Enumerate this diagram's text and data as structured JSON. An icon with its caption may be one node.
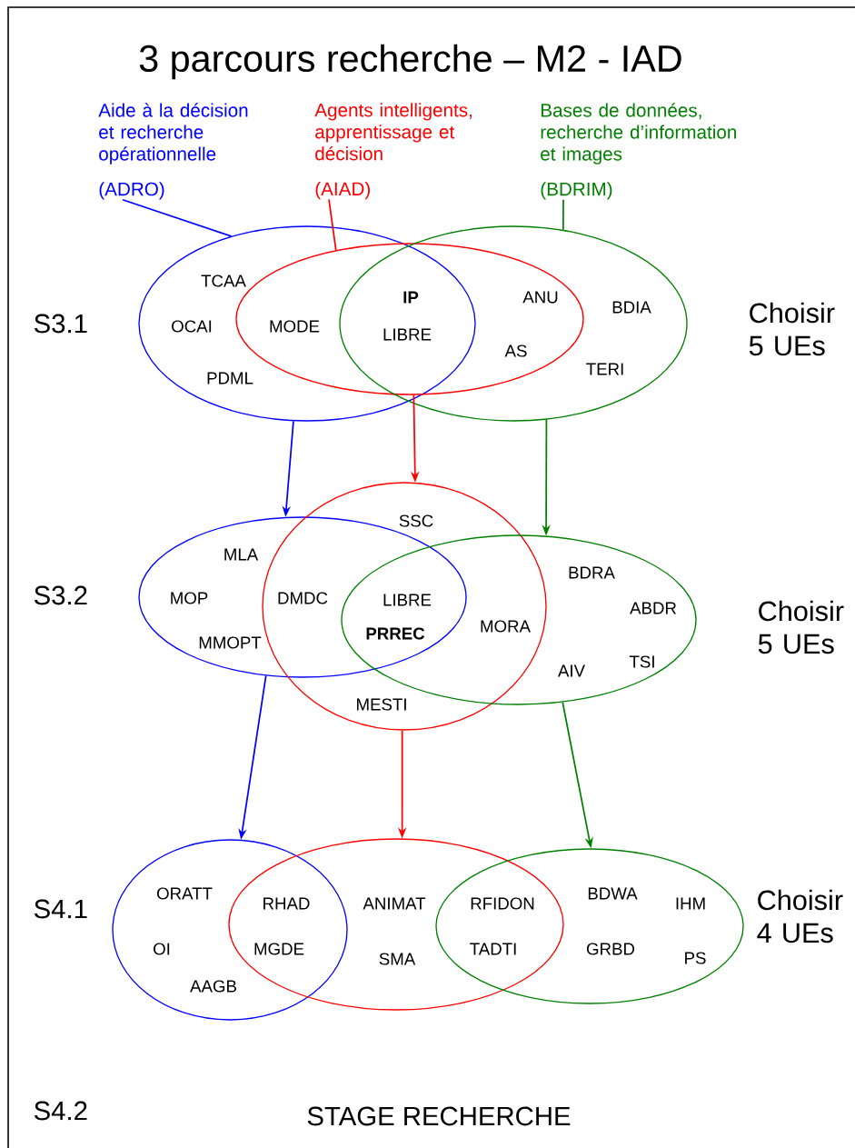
{
  "diagram": {
    "title": "3 parcours recherche – M2 - IAD",
    "nodes": [
      {
        "text": [
          "Aide à la décision et recherche opérationnelle",
          "(ADRO)"
        ]
      },
      {
        "text": [
          "Agents intelligents, apprentissage et décision",
          "(AIAD)"
        ]
      },
      {
        "text": [
          "Bases de données, recherche d’information et images",
          "(BDRIM)"
        ]
      },
      {
        "text": [],
        "shape": "ellipse"
      },
      {
        "text": [],
        "shape": "ellipse"
      },
      {
        "text": [],
        "shape": "ellipse"
      },
      {
        "text": [],
        "shape": "ellipse"
      },
      {
        "text": [],
        "shape": "ellipse"
      },
      {
        "text": [],
        "shape": "ellipse"
      },
      {
        "text": [],
        "shape": "ellipse"
      },
      {
        "text": [],
        "shape": "ellipse"
      },
      {
        "text": [],
        "shape": "ellipse"
      }
    ],
    "edges": [
      {
        "from": 0,
        "to": 3,
        "arrow": "none",
        "color": "#0000ff"
      },
      {
        "from": 1,
        "to": 4,
        "arrow": "none",
        "color": "#ff0000"
      },
      {
        "from": 2,
        "to": 5,
        "arrow": "none",
        "color": "#008000"
      },
      {
        "from": 3,
        "to": 6,
        "arrow": "to",
        "color": "#0000ff"
      },
      {
        "from": 4,
        "to": 7,
        "arrow": "to",
        "color": "#ff0000"
      },
      {
        "from": 5,
        "to": 8,
        "arrow": "to",
        "color": "#008000"
      },
      {
        "from": 6,
        "to": 9,
        "arrow": "to",
        "color": "#0000ff"
      },
      {
        "from": 7,
        "to": 10,
        "arrow": "to",
        "color": "#ff0000"
      },
      {
        "from": 8,
        "to": 11,
        "arrow": "to",
        "color": "#008000"
      }
    ],
    "labels": [
      "S3.1",
      "TCAA",
      "IP",
      "ANU",
      "BDIA",
      "OCAI",
      "MODE",
      "LIBRE",
      "Choisir 5 UEs",
      "AS",
      "TERI",
      "PDML",
      "SSC",
      "MLA",
      "BDRA",
      "S3.2",
      "MOP",
      "DMDC",
      "LIBRE",
      "ABDR",
      "Choisir 5 UEs",
      "MORA",
      "PRREC",
      "MMOPT",
      "TSI",
      "AIV",
      "MESTI",
      "ORATT",
      "BDWA",
      "S4.1",
      "RHAD",
      "ANIMAT",
      "RFIDON",
      "IHM",
      "Choisir 4 UEs",
      "OI",
      "MGDE",
      "TADTI",
      "GRBD",
      "SMA",
      "PS",
      "AAGB",
      "S4.2",
      "STAGE RECHERCHE"
    ]
  }
}
